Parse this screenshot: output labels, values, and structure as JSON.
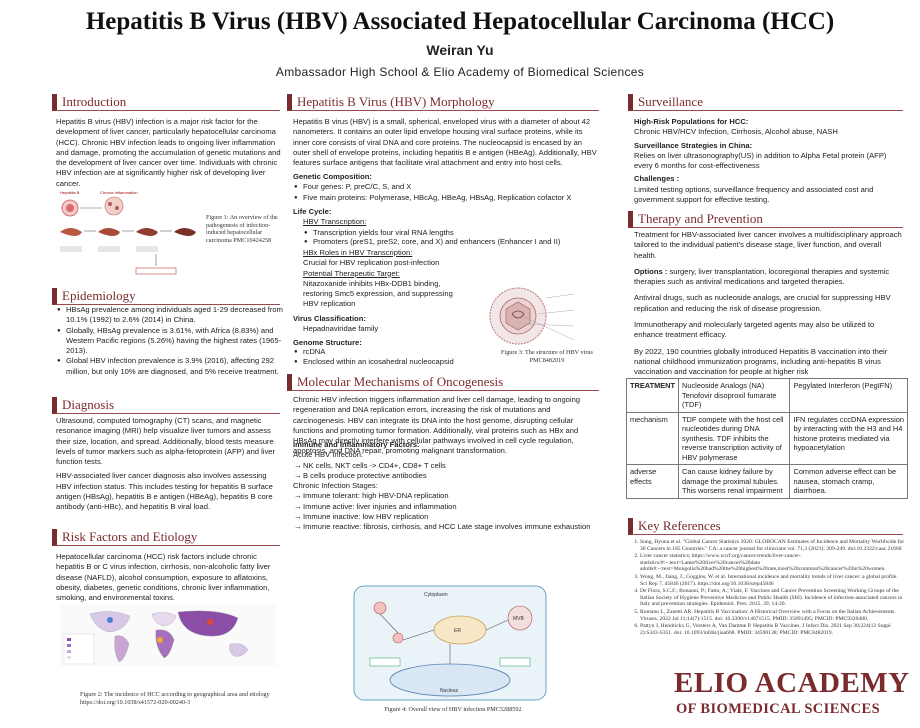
{
  "header": {
    "title": "Hepatitis B Virus (HBV) Associated Hepatocellular Carcinoma (HCC)",
    "author": "Weiran Yu",
    "affiliation": "Ambassador High School & Elio Academy of Biomedical Sciences"
  },
  "intro": {
    "heading": "Introduction",
    "text": "Hepatitis B virus (HBV) infection is a major risk factor for the development of liver cancer, particularly hepatocellular carcinoma (HCC). Chronic HBV infection leads to ongoing liver inflammation and damage, promoting the accumulation of genetic mutations and the development of liver cancer over time. Individuals with chronic HBV infection are at significantly higher risk of developing liver cancer.",
    "figure_labels": [
      "Hepatitis B",
      "Chronic inflammation"
    ],
    "caption": "Figure 1: An overview of the pathogenesis of infection-induced hepatocellular carcinoma PMC10424258"
  },
  "epi": {
    "heading": "Epidemiology",
    "bullets": [
      "HBsAg prevalence among individuals aged 1-29 decreased from 10.1% (1992) to 2.6% (2014) in China.",
      "Globally, HBsAg prevalence is 3.61%, with Africa (8.83%) and Western Pacific regions (5.26%) having the highest rates (1965-2013).",
      "Global HBV infection prevalence is 3.9% (2016), affecting 292 million, but only 10% are diagnosed, and 5% receive treatment."
    ]
  },
  "diag": {
    "heading": "Diagnosis",
    "p1": "Ultrasound, computed tomography (CT) scans, and magnetic resonance imaging (MRI) help visualize liver tumors and assess their size, location, and spread. Additionally, blood tests measure levels of tumor markers such as alpha-fetoprotein (AFP) and liver function tests.",
    "p2": "HBV-associated liver cancer diagnosis also involves assessing HBV infection status. This includes testing for hepatitis B surface antigen (HBsAg), hepatitis B e antigen (HBeAg), hepatitis B core antibody (anti-HBc), and hepatitis B viral load."
  },
  "risk": {
    "heading": "Risk Factors and Etiology",
    "text": "Hepatocellular carcinoma (HCC) risk factors include chronic hepatitis B or C virus infection, cirrhosis, non-alcoholic fatty liver disease (NAFLD), alcohol consumption, exposure to aflatoxins, obesity, diabetes, genetic conditions, chronic liver inflammation, smoking, and environmental toxins.",
    "caption": "Figure 2: The incidence of HCC according to geographical area and etiology https://doi.org/10.1038/s41572-020-00240-3"
  },
  "morph": {
    "heading": "Hepatitis B Virus (HBV) Morphology",
    "p1": "Hepatitis B virus (HBV) is a small, spherical, enveloped virus with a diameter of about 42 nanometers. It contains an outer lipid envelope housing viral surface proteins, while its inner core consists of viral DNA and core proteins. The nucleocapsid is encased by an outer shell of envelope proteins, including hepatitis B e antigen (HBeAg). Additionally, HBV features surface antigens that facilitate viral attachment and entry into host cells.",
    "genomic_label": "Genetic Composition:",
    "genomic": [
      "Four genes: P, preC/C, S, and X",
      "Five main proteins: Polymerase, HBcAg, HBeAg, HBsAg, Replication cofactor X"
    ],
    "life_label": "Life Cycle:",
    "transcription_label": "HBV Transcription:",
    "transcription": [
      "Transcription yields four viral RNA lengths",
      "Promoters (preS1, preS2, core, and X) and enhancers (Enhancer I and II)"
    ],
    "hbx_label": "HBx Roles in HBV Transcription:",
    "hbx_text": "Crucial for HBV replication post-infection",
    "target_label": "Potential Therapeutic Target:",
    "target_text": "Nitazoxanide inhibits HBx-DDB1 binding, restoring Smc5 expression, and suppressing HBV replication",
    "class_label": "Virus Classification:",
    "class_text": "Hepadnaviridae family",
    "struct_label": "Genome Structure:",
    "struct": [
      "rcDNA",
      "Enclosed within an icosahedral nucleocapsid"
    ],
    "caption": "Figure 3: The structure of HBV virus PMC8482019"
  },
  "onco": {
    "heading": "Molecular Mechanisms of Oncogenesis",
    "p1": "Chronic HBV infection triggers inflammation and liver cell damage, leading to ongoing regeneration and DNA replication errors, increasing the risk of mutations and carcinogenesis. HBV can integrate its DNA into the host genome, disrupting cellular functions and promoting tumor formation. Additionally, viral proteins such as HBx and HBsAg may directly interfere with cellular pathways involved in cell cycle regulation, apoptosis, and DNA repair, promoting malignant transformation.",
    "immune_label": "Immune and Inflammatory Factors:",
    "acute_label": "Acute HBV Infection:",
    "acute": [
      "NK cells, NKT cells -> CD4+, CD8+ T cells",
      "B cells produce protective antibodies"
    ],
    "chronic_label": "Chronic Infection Stages:",
    "chronic": [
      "Immune tolerant: high HBV-DNA replication",
      "Immune active: liver injuries and inflammation",
      "Immune inactive: low HBV replication",
      "Immune reactive: fibrosis, cirrhosis, and HCC Late stage involves immune exhaustion"
    ],
    "fig_labels": [
      "Cytoplasm",
      "ER",
      "Nucleus",
      "MVB"
    ],
    "caption": "Figure 4: Overall view of HBV infection PMC5288592"
  },
  "surv": {
    "heading": "Surveillance",
    "pop_label": "High-Risk Populations for HCC:",
    "pop_text": "Chronic HBV/HCV Infection, Cirrhosis, Alcohol abuse, NASH",
    "china_label": "Surveillance Strategies in China:",
    "china_text": "Relies on liver ultrasonography(US) in addition to Alpha Fetal protein (AFP) every 6 months for cost-effectiveness",
    "chal_label": "Challenges :",
    "chal_text": "Limited testing options, surveillance frequency and associated cost and government support for effective testing."
  },
  "therapy": {
    "heading": "Therapy and Prevention",
    "p1": "Treatment for HBV-associated liver cancer involves a multidisciplinary approach tailored to the individual patient's disease stage, liver function, and overall health.",
    "options_label": "Options :",
    "options_text": "surgery, liver transplantation, locoregional therapies and systemic therapies such as antiviral medications and targeted therapies.",
    "p3": "Antiviral drugs, such as nucleoside analogs, are crucial for suppressing HBV replication and reducing the risk of disease progression.",
    "p4": "Immunotherapy and molecularly targeted agents may also be utilized to enhance treatment efficacy.",
    "p5": "By 2022, 190 countries globally introduced Hepatitis B vaccination into their national childhood immunization programs, including anti-hepatitis B virus vaccination and vaccination for people at higher risk"
  },
  "treatment_table": {
    "header": [
      "TREATMENT",
      "Nucleoside Analogs (NA) Tenofovir disoproxil fumarate (TDF)",
      "Pegylated Interferon (PegIFN)"
    ],
    "rows": [
      [
        "mechanism",
        "TDF compete with the host cell nucleotides during DNA synthesis. TDF inhibits the reverse transcription activity of HBV polymerase",
        "IFN regulates cccDNA expression by interacting with the H3 and H4 histone proteins mediated via hypoacetylation"
      ],
      [
        "adverse effects",
        "Can cause kidney failure by damage the proximal tubules. This worsens renal impairment",
        "Common adverse effect can be nausea, stomach cramp, diarrhoea."
      ]
    ]
  },
  "refs": {
    "heading": "Key References",
    "items": [
      "Sung, Hyuna et al. \"Global Cancer Statistics 2020: GLOBOCAN Estimates of Incidence and Mortality Worldwide for 36 Cancers in 185 Countries.\" CA: a cancer journal for clinicians vol. 71,3 (2021): 209-249. doi:10.3322/caac.21660",
      "Liver cancer statistics; https://www.wcrf.org/cancer-trends/liver-cancer-statistics/#:~:text=Latest%20liver%20cancer%20data adults#:~:text=Mongolia%20had%20the%20highest%20rate,most%20common%20cancer%20in%20women.",
      "Wong, M., Jiang, J., Goggins, W. et al. International incidence and mortality trends of liver cancer: a global profile. Sci Rep 7, 45846 (2017). https://doi.org/10.1038/srep45846",
      "De Flora, S.C.F.; Bonanni, P.; Fatto, A.; Viale, F. Vaccines and Cancer Prevention Screening Working Groups of the Italian Society of Hygiene Preventive Medicine and Public Health (SItI). Incidence of infection-associated cancers in Italy and prevention strategies. Epidemiol. Prev. 2015, 39, 14-20.",
      "Romano L, Zanetti AR. Hepatitis B Vaccination: A Historical Overview with a Focus on the Italian Achievements. Viruses. 2022 Jul 11;14(7):1515. doi: 10.3390/v14071515. PMID: 35891495; PMCID: PMC9320480.",
      "Pattyn J, Hendrickx G, Vorsters A, Van Damme P. Hepatitis B Vaccines. J Infect Dis. 2021 Sep 30;224(12 Suppl 2):S343-S351. doi: 10.1093/infdis/jiaa668. PMID: 34590138; PMCID: PMC8482019."
    ]
  },
  "logo": {
    "line1": "ELIO ACADEMY",
    "line2": "OF BIOMEDICAL SCIENCES"
  },
  "colors": {
    "accent": "#7a2b2e"
  }
}
